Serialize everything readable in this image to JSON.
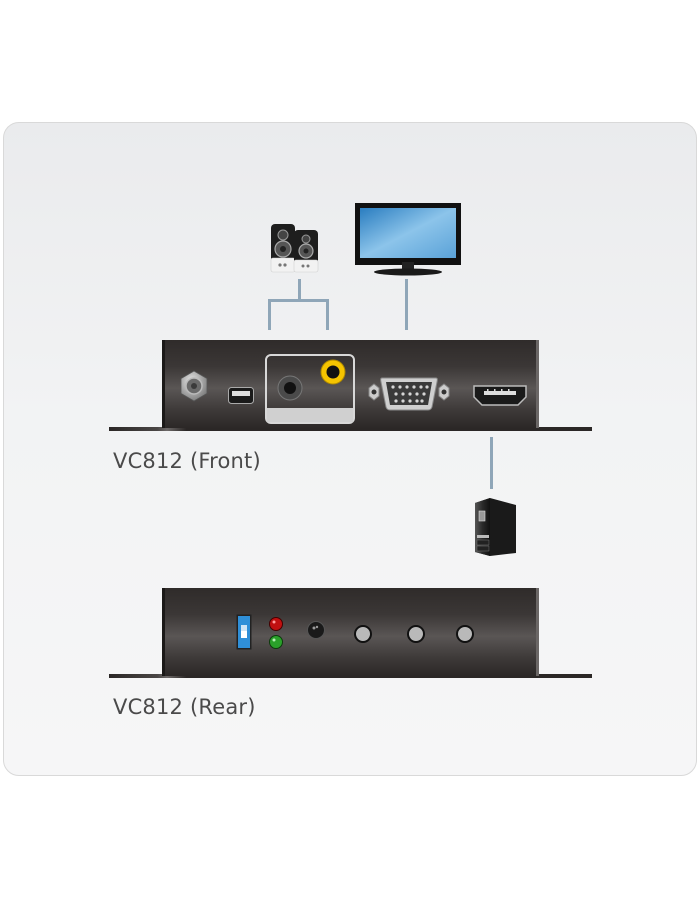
{
  "diagram": {
    "type": "connection-diagram",
    "product": "VC812",
    "front": {
      "label": "VC812 (Front)",
      "ports": [
        "power-jack",
        "mini-usb",
        "audio-out-3.5mm",
        "coax-digital-audio",
        "vga-out",
        "hdmi-in"
      ]
    },
    "rear": {
      "label": "VC812 (Rear)",
      "controls": [
        "dip-switch",
        "led-red",
        "led-green",
        "ir-sensor",
        "button-1",
        "button-2",
        "button-3"
      ]
    },
    "devices": {
      "speakers": "speakers-icon",
      "monitor": "monitor-icon",
      "computer": "pc-tower-icon"
    },
    "colors": {
      "connector_line": "#8fa6b8",
      "device_body": "#3b3736",
      "coax_ring": "#f5c400",
      "dip_switch": "#2f8fd8",
      "led_red": "#c01010",
      "led_green": "#2aa02a"
    }
  }
}
